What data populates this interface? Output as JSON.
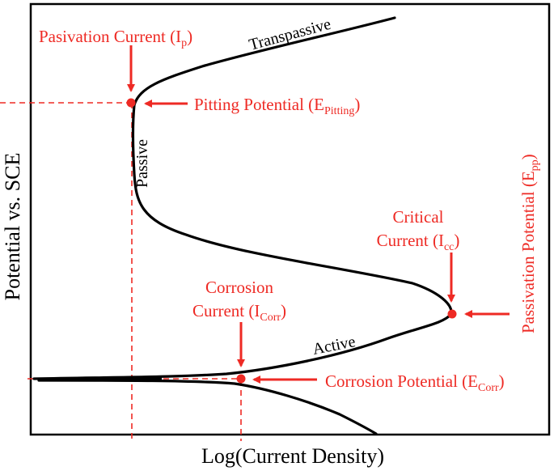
{
  "colors": {
    "curve": "#000000",
    "annotation": "#ee2a24",
    "frame": "#000000"
  },
  "diagram": {
    "x_axis_label": "Log(Current Density)",
    "y_axis_label": "Potential vs. SCE",
    "regions": {
      "transpassive": "Transpassive",
      "passive": "Passive",
      "active": "Active"
    },
    "annotations": {
      "passivation_current": {
        "text": "Pasivation Current (I",
        "sub": "p",
        "close": ")"
      },
      "pitting_potential": {
        "text": "Pitting Potential (E",
        "sub": "Pitting",
        "close": ")"
      },
      "passivation_potential": {
        "text": "Passivation Potential (E",
        "sub": "pp",
        "close": ")"
      },
      "critical_current": {
        "line1": "Critical",
        "line2": "Current (I",
        "sub": "cc",
        "close": ")"
      },
      "corrosion_current": {
        "line1": "Corrosion",
        "line2": "Current (I",
        "sub": "Corr",
        "close": ")"
      },
      "corrosion_potential": {
        "text": "Corrosion Potential (E",
        "sub": "Corr",
        "close": ")"
      }
    }
  }
}
